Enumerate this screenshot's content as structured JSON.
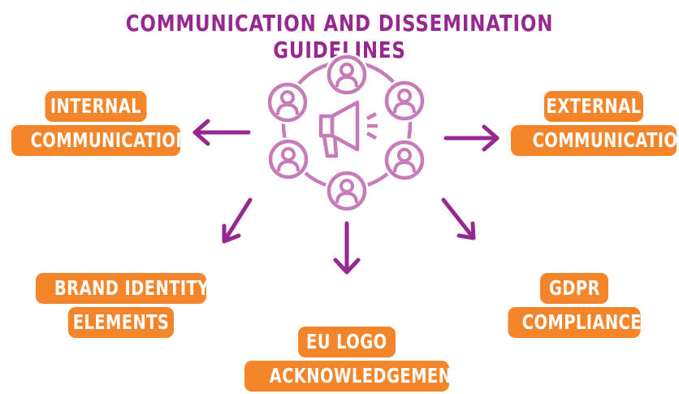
{
  "title": "COMMUNICATION AND DISSEMINATION GUIDELINES",
  "colors": {
    "title": "#97288f",
    "box": "#f5852a",
    "arrow": "#97288f",
    "icon": "#c77bb8"
  },
  "icons": [
    "megaphone-icon",
    "person-icon"
  ],
  "boxes": {
    "internal": {
      "line1": "INTERNAL",
      "line2": "COMMUNICATION"
    },
    "external": {
      "line1": "EXTERNAL",
      "line2": "COMMUNICATION"
    },
    "brand": {
      "line1": "BRAND IDENTITY",
      "line2": "ELEMENTS"
    },
    "gdpr": {
      "line1": "GDPR",
      "line2": "COMPLIANCE"
    },
    "eu": {
      "line1": "EU LOGO",
      "line2": "ACKNOWLEDGEMENT"
    }
  }
}
